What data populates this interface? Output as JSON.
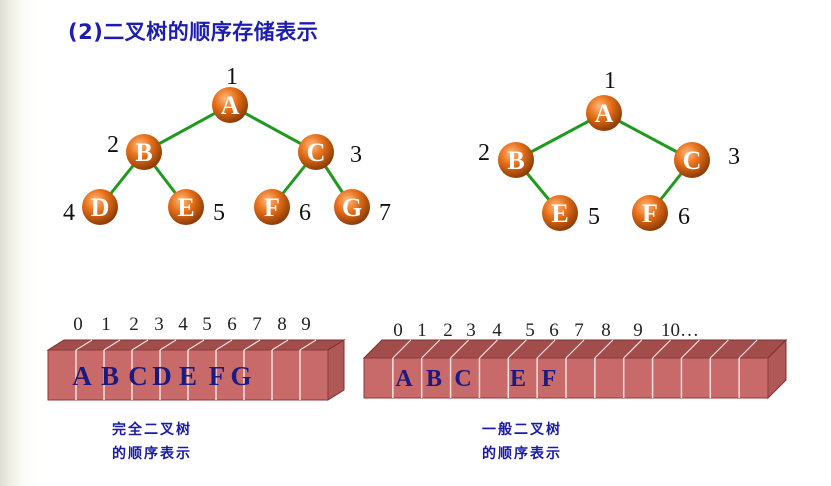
{
  "title": "(2)二叉树的顺序存储表示",
  "trees": [
    {
      "nodes": [
        {
          "letter": "A",
          "number": "1"
        },
        {
          "letter": "B",
          "number": "2"
        },
        {
          "letter": "C",
          "number": "3"
        },
        {
          "letter": "D",
          "number": "4"
        },
        {
          "letter": "E",
          "number": "5"
        },
        {
          "letter": "F",
          "number": "6"
        },
        {
          "letter": "G",
          "number": "7"
        }
      ]
    },
    {
      "nodes": [
        {
          "letter": "A",
          "number": "1"
        },
        {
          "letter": "B",
          "number": "2"
        },
        {
          "letter": "C",
          "number": "3"
        },
        {
          "letter": "E",
          "number": "5"
        },
        {
          "letter": "F",
          "number": "6"
        }
      ]
    }
  ],
  "arrays": [
    {
      "indices": [
        "0",
        "1",
        "2",
        "3",
        "4",
        "5",
        "6",
        "7",
        "8",
        "9"
      ],
      "cells": [
        "A",
        "B",
        "C",
        "D",
        "E",
        "F",
        "G"
      ],
      "caption_line1": "完全二叉树",
      "caption_line2": "的顺序表示"
    },
    {
      "indices": [
        "0",
        "1",
        "2",
        "3",
        "4",
        "5",
        "6",
        "7",
        "8",
        "9",
        "10…"
      ],
      "cells": [
        "A",
        "B",
        "C",
        "E",
        "F"
      ],
      "caption_line1": "一般二叉树",
      "caption_line2": "的顺序表示"
    }
  ],
  "colors": {
    "title": "#1c1cb0",
    "node_fill": "#e8701a",
    "node_dark": "#8a3a05",
    "node_light": "#ffbb80",
    "edge": "#1f9a1f",
    "cell_front": "#c96a6a",
    "cell_top": "#a24c4c",
    "cell_letter": "#1a1a80",
    "caption": "#1a1aa8"
  }
}
